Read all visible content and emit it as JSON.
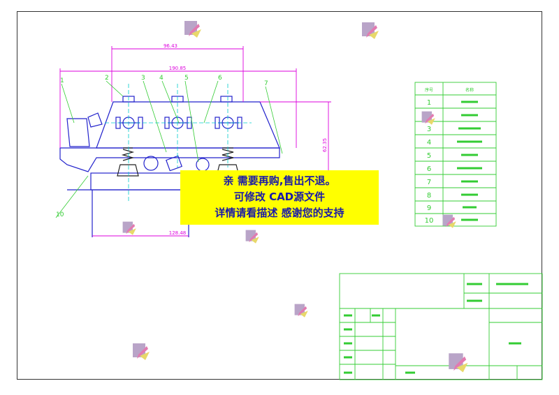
{
  "colors": {
    "outline": "#2222cc",
    "dimension": "#dd00dd",
    "leader": "#33cc33",
    "centerline": "#00cccc",
    "table": "#33cc33",
    "banner_bg": "#ffff00",
    "banner_text": "#1a1aa8",
    "frame": "#333333"
  },
  "dimensions": {
    "top_width": "96.43",
    "overall_width": "190.85",
    "height": "62.35",
    "base_width": "128.48"
  },
  "part_numbers": [
    "1",
    "2",
    "3",
    "4",
    "5",
    "6",
    "7",
    "10"
  ],
  "parts_list": {
    "header_no": "序号",
    "header_name": "名称",
    "row_numbers": [
      "1",
      "2",
      "3",
      "4",
      "5",
      "6",
      "7",
      "8",
      "9",
      "10"
    ]
  },
  "banner": {
    "line1": "亲 需要再购,售出不退。",
    "line2": "可修改 CAD源文件",
    "line3": "详情请看描述 感谢您的支持"
  },
  "watermark_icon": "flower-logo-icon"
}
